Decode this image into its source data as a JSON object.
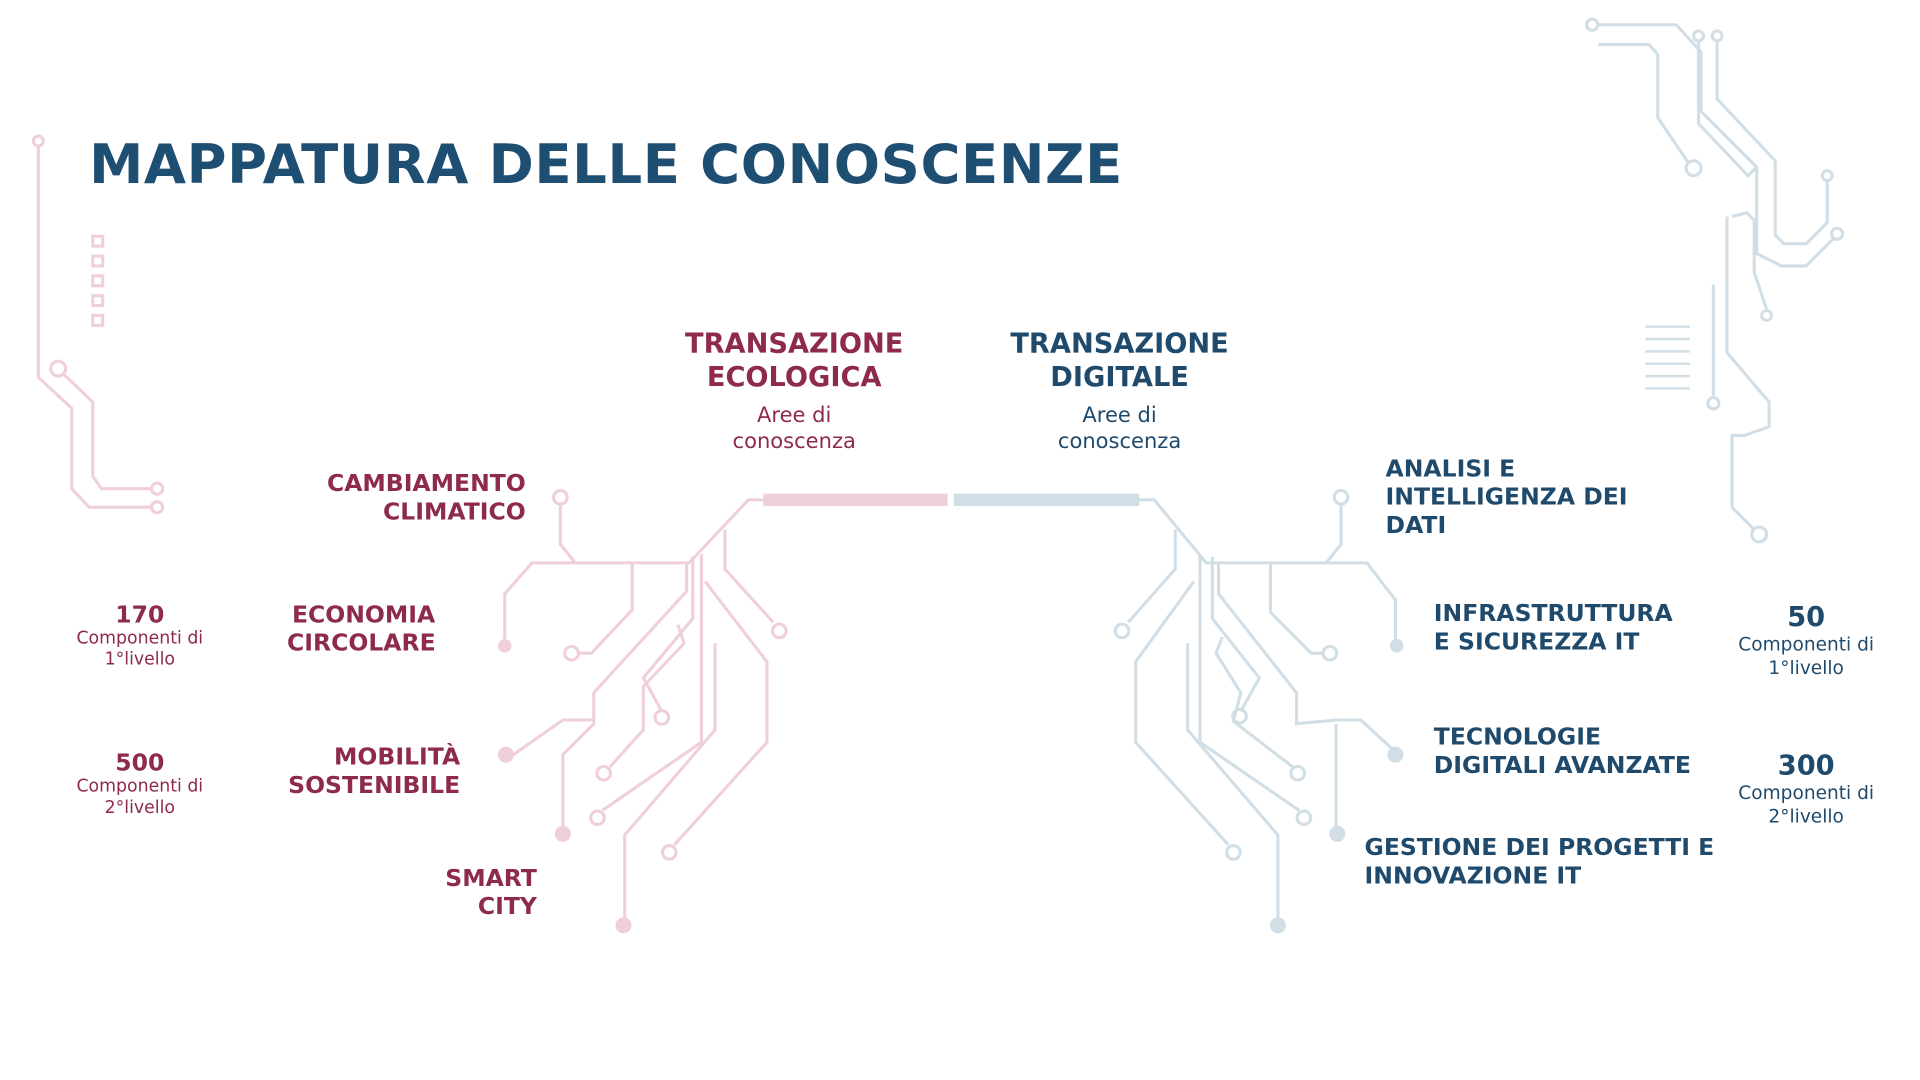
{
  "title": "MAPPATURA DELLE CONOSCENZE",
  "ecologica": {
    "title_line1": "TRANSAZIONE",
    "title_line2": "ECOLOGICA",
    "sub_line1": "Aree di",
    "sub_line2": "conoscenza",
    "areas": [
      {
        "line1": "CAMBIAMENTO",
        "line2": "CLIMATICO"
      },
      {
        "line1": "ECONOMIA",
        "line2": "CIRCOLARE"
      },
      {
        "line1": "MOBILITÀ",
        "line2": "SOSTENIBILE"
      },
      {
        "line1": "SMART",
        "line2": "CITY"
      }
    ],
    "stats": [
      {
        "value": "170",
        "label1": "Componenti di",
        "label2": "1°livello"
      },
      {
        "value": "500",
        "label1": "Componenti di",
        "label2": "2°livello"
      }
    ]
  },
  "digitale": {
    "title_line1": "TRANSAZIONE",
    "title_line2": "DIGITALE",
    "sub_line1": "Aree di",
    "sub_line2": "conoscenza",
    "areas": [
      {
        "line1": "ANALISI E",
        "line2": "INTELLIGENZA DEI",
        "line3": "DATI"
      },
      {
        "line1": "INFRASTRUTTURA",
        "line2": "E SICUREZZA IT"
      },
      {
        "line1": "TECNOLOGIE",
        "line2": "DIGITALI AVANZATE"
      },
      {
        "line1": "GESTIONE DEI PROGETTI E",
        "line2": "INNOVAZIONE IT"
      }
    ],
    "stats": [
      {
        "value": "50",
        "label1": "Componenti di",
        "label2": "1°livello"
      },
      {
        "value": "300",
        "label1": "Componenti di",
        "label2": "2°livello"
      }
    ]
  },
  "colors": {
    "red": "#8e2a4b",
    "blue": "#1f4a6c",
    "pink_line": "#efd0d8",
    "blue_line": "#d2dee6"
  }
}
